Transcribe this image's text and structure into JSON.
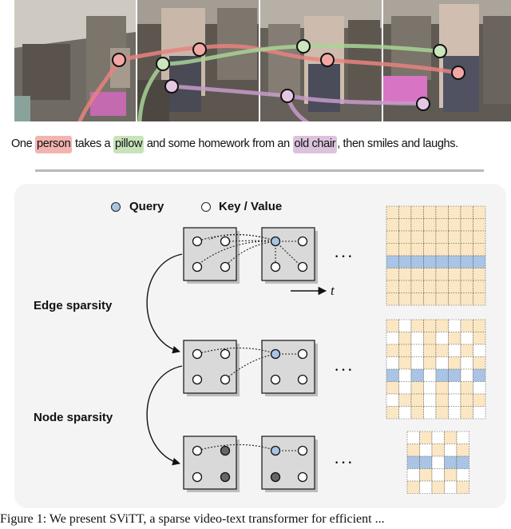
{
  "caption": {
    "before": "One ",
    "highlight_person": "person",
    "middle1": " takes a ",
    "highlight_pillow": "pillow",
    "middle2": " and some homework from an ",
    "highlight_chair": "old chair",
    "after": ", then smiles and laughs."
  },
  "legend": {
    "query": "Query",
    "key_value": "Key / Value"
  },
  "labels": {
    "edge_sparsity": "Edge sparsity",
    "node_sparsity": "Node sparsity",
    "time_axis": "t",
    "ellipsis": "···"
  },
  "figure_caption": "Figure 1: We present SViTT, a sparse video-text transformer for efficient ...",
  "colors": {
    "query": "#a9c4e4",
    "key_value": "#ffffff",
    "pruned_node": "#666666",
    "attend": "#fbe7c3",
    "query_row": "#a9c4e4",
    "person_track": "#e8837f",
    "pillow_track": "#a8d396",
    "chair_track": "#c79bc9",
    "panel_bg": "#f4f4f4",
    "box_fill": "#d9d9d9"
  }
}
